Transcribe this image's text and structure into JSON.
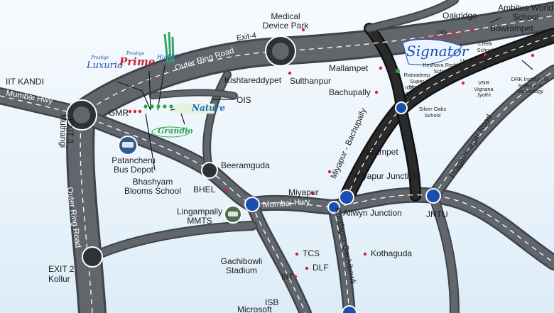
{
  "roads": {
    "outer_ring_road_top": "Outer Ring Road",
    "outer_ring_road_left": "Outer Ring Road",
    "mumbai_hwy_left": "Mumbai Hwy",
    "mumbai_hwy_center": "Mumbai Hwy",
    "miyapur_bachupally": "Miyapur - Bachupally",
    "pragathinagar_road": "Pragathinagar Road",
    "kondapur_gachibowli": "Kondapur-Gachibowli"
  },
  "places": {
    "medical_device_park": "Medical Device Park",
    "exit_4": "Exit-4",
    "oakridge": "Oakridge",
    "ambitus": "Ambitus World School",
    "bowrampet": "Bowrampet",
    "dps": "DPS",
    "creek_school": "Creek School",
    "unicent_school": "Unicent School",
    "keshava_reddy": "Keshava Reddy School",
    "ratnadeep": "Ratnadeep Super Market",
    "icici": "ICICI Bank",
    "vnr": "VNR Vignana Jyothi",
    "drk": "DRK Institute of Science & Technology",
    "iit_kandi": "IIT KANDI",
    "kishtareddypet": "Kishtareddypet",
    "sulthanpur": "Sulthanpur",
    "mallampet": "Mallampet",
    "bachupally": "Bachupally",
    "silver_oaks": "Silver Oaks School",
    "gmr": "GMR",
    "ois": "OIS",
    "exit_3": "EXIT 3",
    "muthangi": "Muthangi",
    "patancheru": "Patancheru Bus Depot",
    "bhashyam": "Bhashyam Blooms School",
    "beeramguda": "Beeramguda",
    "nizampet": "Nizampet",
    "bhel": "BHEL",
    "miyapur": "Miyapur",
    "miyapur_junction": "Miyapur Junction",
    "lingampally": "Lingampally MMTS",
    "allwyn_junction": "Allwyn Junction",
    "jntu": "JNTU",
    "exit_2": "EXIT 2",
    "kollur": "Kollur",
    "tcs": "TCS",
    "dlf": "DLF",
    "kothaguda": "Kothaguda",
    "gachibowli_stadium": "Gachibowli Stadium",
    "iiit": "IIIT",
    "isb": "ISB",
    "microsoft": "Microsoft"
  },
  "projects": {
    "luxuria_brand": "Prestige",
    "luxuria": "Luxuria",
    "prime_brand": "Prestige",
    "prime": "Prime",
    "highlife": "Highlife",
    "nature": "Nature",
    "grandio": "Grandio",
    "signature_brand": "APR MUKKA PRESTIGE",
    "signature": "Signator"
  },
  "colors": {
    "road_grey": "#555a60",
    "road_black": "#1a1a1a",
    "junction_blue": "#1a4fb0",
    "poi_red": "#d8213a",
    "project_green": "#2aa44a"
  }
}
